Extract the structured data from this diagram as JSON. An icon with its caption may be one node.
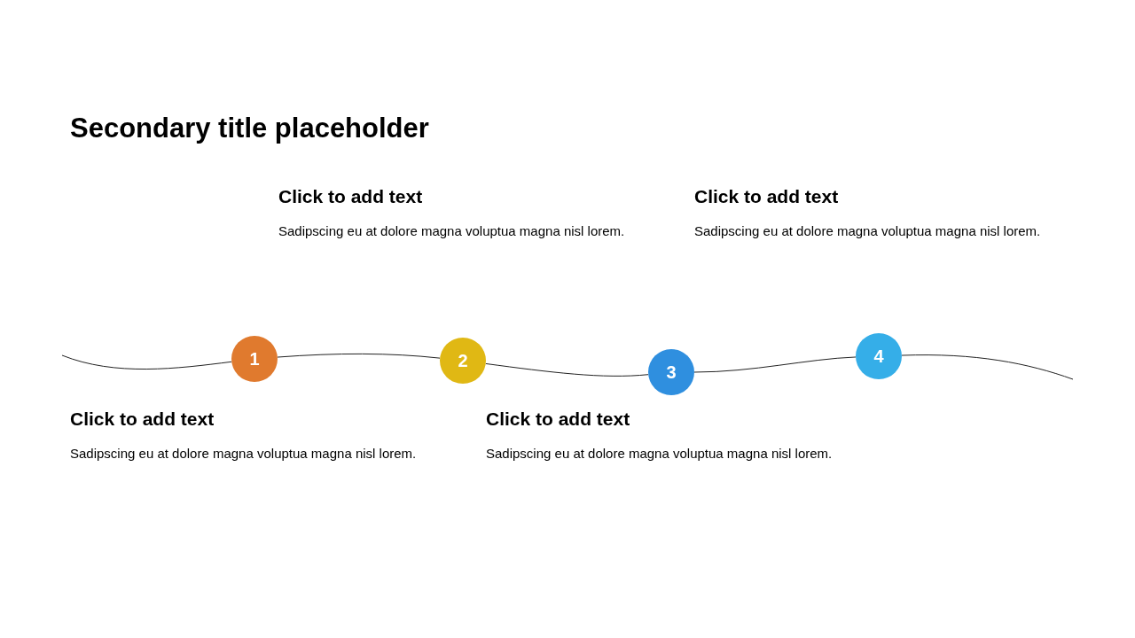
{
  "diagram": {
    "title": "Secondary title placeholder",
    "nodes": [
      {
        "text": [
          "1"
        ]
      },
      {
        "text": [
          "2"
        ]
      },
      {
        "text": [
          "3"
        ]
      },
      {
        "text": [
          "4"
        ]
      }
    ],
    "edges": [
      {
        "from": null,
        "to": 0,
        "arrow": "none"
      },
      {
        "from": 0,
        "to": 1,
        "arrow": "none"
      },
      {
        "from": 1,
        "to": 2,
        "arrow": "none"
      },
      {
        "from": 2,
        "to": 3,
        "arrow": "none"
      },
      {
        "from": 3,
        "to": null,
        "arrow": "none"
      }
    ],
    "labels": [
      "Click to add text",
      "Sadipscing eu at dolore magna voluptua magna nisl lorem.",
      "Click to add text",
      "Sadipscing eu at dolore magna voluptua magna nisl lorem.",
      "Click to add text",
      "Sadipscing eu at dolore magna voluptua magna nisl lorem.",
      "Click to add text",
      "Sadipscing eu at dolore magna voluptua magna nisl lorem."
    ]
  }
}
